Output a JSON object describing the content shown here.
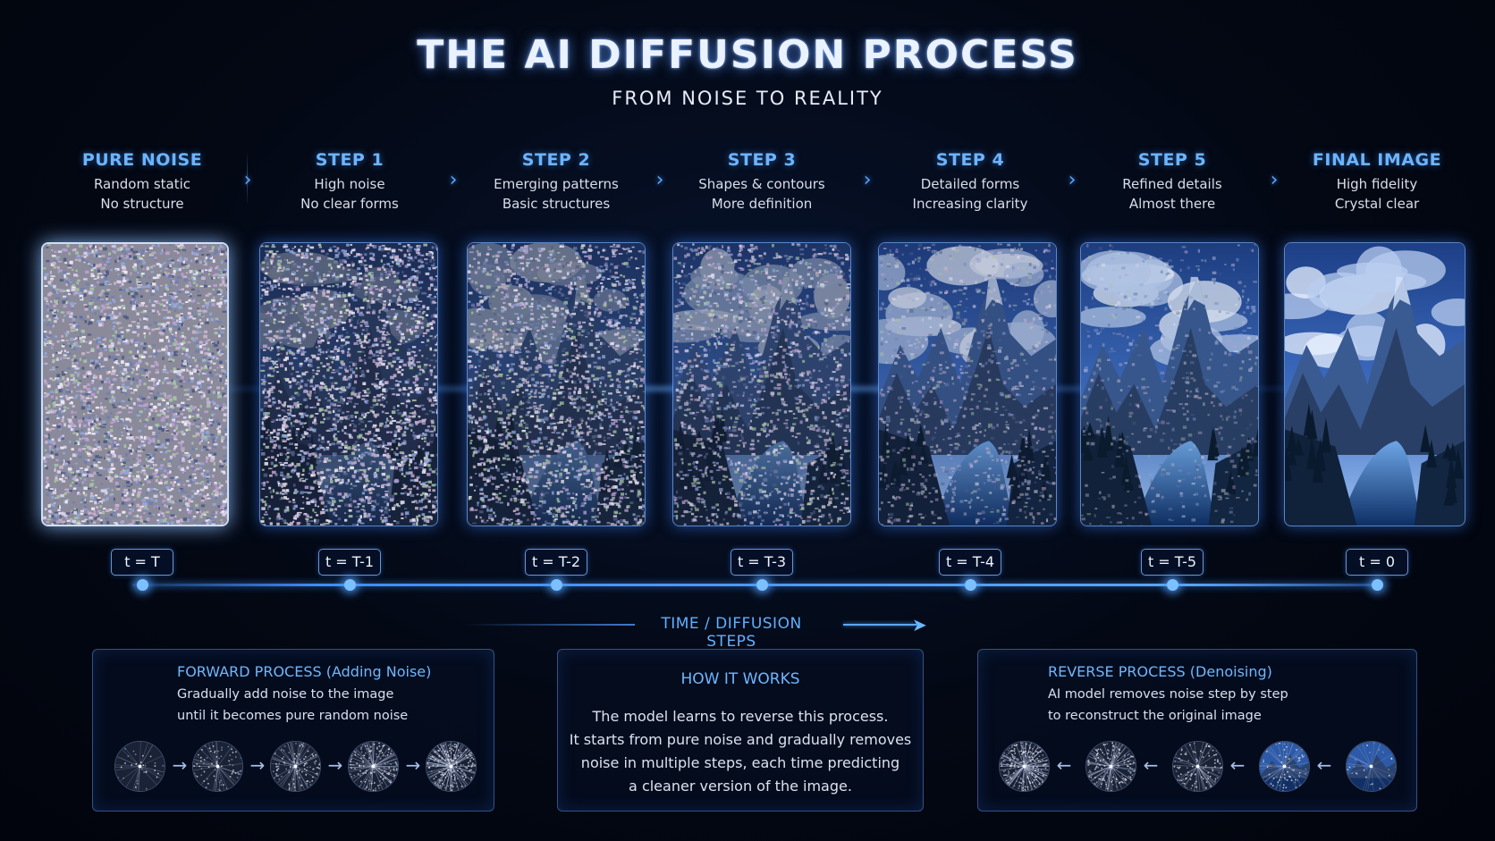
{
  "header": {
    "title": "THE AI DIFFUSION PROCESS",
    "subtitle": "FROM NOISE TO REALITY"
  },
  "steps": [
    {
      "title": "PURE NOISE",
      "line1": "Random static",
      "line2": "No structure",
      "t": "t = T",
      "noise_level": 1.0
    },
    {
      "title": "STEP 1",
      "line1": "High noise",
      "line2": "No clear forms",
      "t": "t = T-1",
      "noise_level": 0.85
    },
    {
      "title": "STEP 2",
      "line1": "Emerging patterns",
      "line2": "Basic structures",
      "t": "t = T-2",
      "noise_level": 0.7
    },
    {
      "title": "STEP 3",
      "line1": "Shapes & contours",
      "line2": "More definition",
      "t": "t = T-3",
      "noise_level": 0.55
    },
    {
      "title": "STEP 4",
      "line1": "Detailed forms",
      "line2": "Increasing clarity",
      "t": "t = T-4",
      "noise_level": 0.25
    },
    {
      "title": "STEP 5",
      "line1": "Refined details",
      "line2": "Almost there",
      "t": "t = T-5",
      "noise_level": 0.1
    },
    {
      "title": "FINAL IMAGE",
      "line1": "High fidelity",
      "line2": "Crystal clear",
      "t": "t = 0",
      "noise_level": 0.0
    }
  ],
  "timeline": {
    "axis_label": "TIME / DIFFUSION STEPS"
  },
  "forward_box": {
    "title": "FORWARD PROCESS (Adding Noise)",
    "line1": "Gradually add noise to the image",
    "line2": "until it becomes pure random noise",
    "arrow": "→"
  },
  "how_box": {
    "title": "HOW IT WORKS",
    "line1": "The model learns to reverse this process.",
    "line2": "It starts from pure noise and gradually removes",
    "line3": "noise in multiple steps, each time predicting",
    "line4": "a cleaner version of the image."
  },
  "reverse_box": {
    "title": "REVERSE PROCESS (Denoising)",
    "line1": "AI model removes noise step by step",
    "line2": "to reconstruct the original image",
    "arrow": "←"
  },
  "colors": {
    "accent": "#6cb4ff",
    "background": "#030814",
    "sky": "#3f6fc4",
    "mountain": "#2a3f66",
    "water": "#1f5aa8"
  },
  "icons": {
    "chevron": "chevron-right-icon",
    "arrow_right": "arrow-right-icon",
    "arrow_left": "arrow-left-icon"
  }
}
